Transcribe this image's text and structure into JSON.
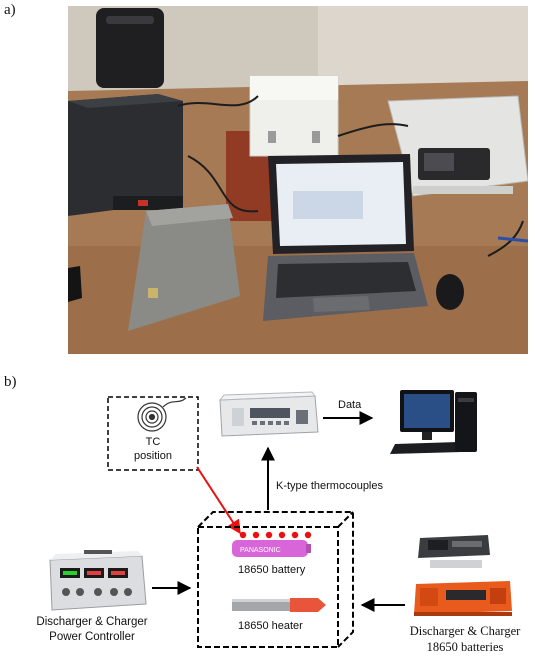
{
  "panels": {
    "a": {
      "label": "a)"
    },
    "b": {
      "label": "b)"
    }
  },
  "diagram": {
    "tc_position": {
      "line1": "TC",
      "line2": "position"
    },
    "data_label": "Data",
    "thermocouple_label": "K-type thermocouples",
    "battery_label": "18650 battery",
    "heater_label": "18650 heater",
    "power_controller_label": {
      "line1": "Discharger & Charger",
      "line2": "Power Controller"
    },
    "batteries_label": {
      "line1": "Discharger & Charger",
      "line2": "18650 batteries"
    }
  },
  "colors": {
    "battery": "#d966d9",
    "tc_marker": "#e81010",
    "tc_arrow": "#e81010",
    "heater_tip": "#e8553a",
    "table": "#a67a55",
    "analyzer": "#e85b1c"
  }
}
